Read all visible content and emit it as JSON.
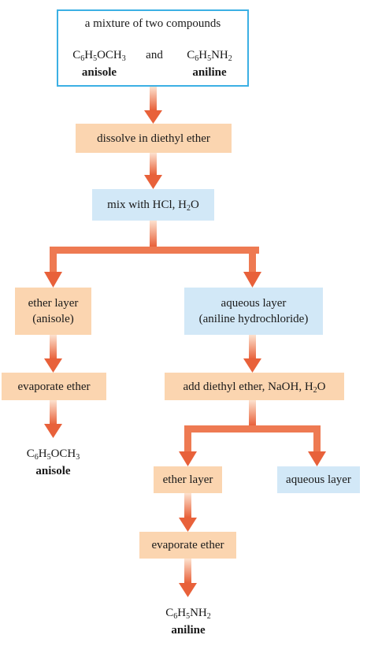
{
  "start": {
    "caption": "a mixture of two compounds",
    "compounds": [
      {
        "formula": [
          [
            "C",
            ""
          ],
          [
            "6",
            ".sub"
          ],
          [
            "H",
            ""
          ],
          [
            "5",
            ".sub"
          ],
          [
            "OCH",
            ""
          ],
          [
            "3",
            ".sub"
          ]
        ],
        "name": "anisole"
      },
      {
        "formula": [
          [
            "C",
            ""
          ],
          [
            "6",
            ".sub"
          ],
          [
            "H",
            ""
          ],
          [
            "5",
            ".sub"
          ],
          [
            "NH",
            ""
          ],
          [
            "2",
            ".sub"
          ]
        ],
        "name": "aniline"
      }
    ],
    "joiner": "and"
  },
  "steps": {
    "dissolve": "dissolve in diethyl ether",
    "mix": [
      [
        "mix with HCl, H",
        ""
      ],
      [
        "2",
        ".sub"
      ],
      [
        "O",
        ""
      ]
    ],
    "ether_layer_1": [
      "ether layer",
      "(anisole)"
    ],
    "aqueous_layer_1": [
      "aqueous layer",
      "(aniline hydrochloride)"
    ],
    "evaporate_1": "evaporate ether",
    "add": [
      [
        "add diethyl ether, NaOH, H",
        ""
      ],
      [
        "2",
        ".sub"
      ],
      [
        "O",
        ""
      ]
    ],
    "ether_layer_2": "ether layer",
    "aqueous_layer_2": "aqueous layer",
    "evaporate_2": "evaporate ether"
  },
  "products": {
    "left": {
      "formula": [
        [
          "C",
          ""
        ],
        [
          "6",
          ".sub"
        ],
        [
          "H",
          ""
        ],
        [
          "5",
          ".sub"
        ],
        [
          "OCH",
          ""
        ],
        [
          "3",
          ".sub"
        ]
      ],
      "name": "anisole"
    },
    "right": {
      "formula": [
        [
          "C",
          ""
        ],
        [
          "6",
          ".sub"
        ],
        [
          "H",
          ""
        ],
        [
          "5",
          ".sub"
        ],
        [
          "NH",
          ""
        ],
        [
          "2",
          ".sub"
        ]
      ],
      "name": "aniline"
    }
  },
  "colors": {
    "orange_box": "#fbd5b0",
    "blue_box": "#d2e8f7",
    "top_border": "#3cb0e4",
    "arrow_dark": "#e8613a",
    "arrow_light": "#fde2cf"
  }
}
